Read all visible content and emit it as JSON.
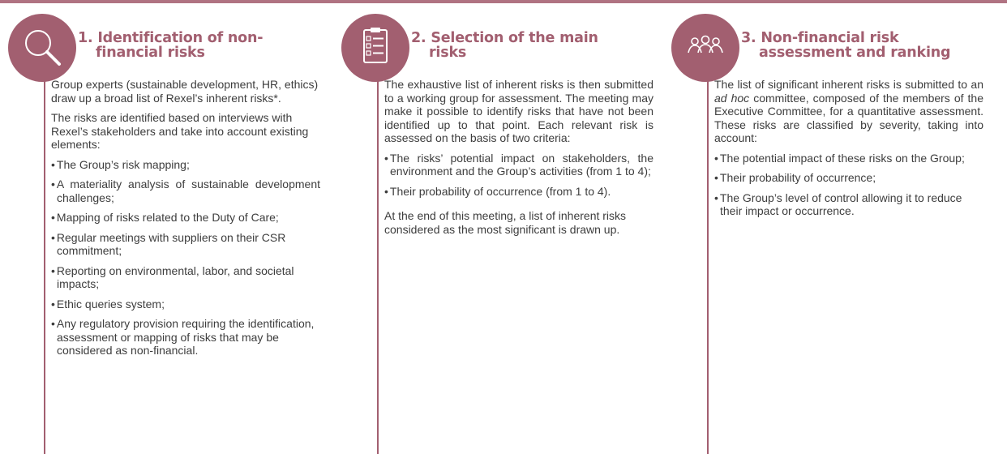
{
  "sections": [
    {
      "number": "1.",
      "title_line1": "1. Identification of non-",
      "title_line2": "financial risks",
      "icon": "magnifier-icon",
      "paragraphs": [
        "Group experts (sustainable development, HR, ethics) draw up a broad list of Rexel’s inherent risks*.",
        "The risks are identified based on interviews with Rexel’s stakeholders and take into account existing elements:"
      ],
      "bullets": [
        "The Group’s risk mapping;",
        "A materiality analysis of sustainable development challenges;",
        "Mapping of risks related to the Duty of Care;",
        "Regular meetings with suppliers on their CSR commitment;",
        "Reporting on environmental, labor, and societal impacts;",
        "Ethic queries system;",
        "Any regulatory provision requiring the identification, assessment or mapping of risks that may be considered as non-financial."
      ]
    },
    {
      "title_line1": "2. Selection of the main",
      "title_line2": "risks",
      "icon": "checklist-icon",
      "paragraphs": [
        "The exhaustive list of inherent risks is then submitted to a working group for assessment. The meeting may make it possible to identify risks that have not been identified up to that point. Each relevant risk is assessed on the basis of two criteria:"
      ],
      "bullets": [
        "The risks’ potential impact on stakeholders, the environment and the Group’s activities (from 1 to 4);",
        "Their probability of occurrence (from 1 to 4)."
      ],
      "closing": "At the end of this meeting, a list of inherent risks considered as the most significant is drawn up."
    },
    {
      "title_line1": "3. Non-financial risk",
      "title_line2": "assessment and ranking",
      "icon": "people-group-icon",
      "para_before_em": "The list of significant inherent risks is submitted to an ",
      "para_em": "ad hoc",
      "para_after_em": " committee, composed of the members of the Executive Committee, for a quantitative assessment. These risks are classified by severity, taking into account:",
      "bullets": [
        "The potential impact of these risks on the Group;",
        "Their probability of occurrence;",
        "The Group’s level of control allowing it to reduce their impact or occurrence."
      ]
    }
  ],
  "colors": {
    "accent": "#a25f70",
    "rule": "#b07382",
    "text": "#3d3d3d"
  }
}
